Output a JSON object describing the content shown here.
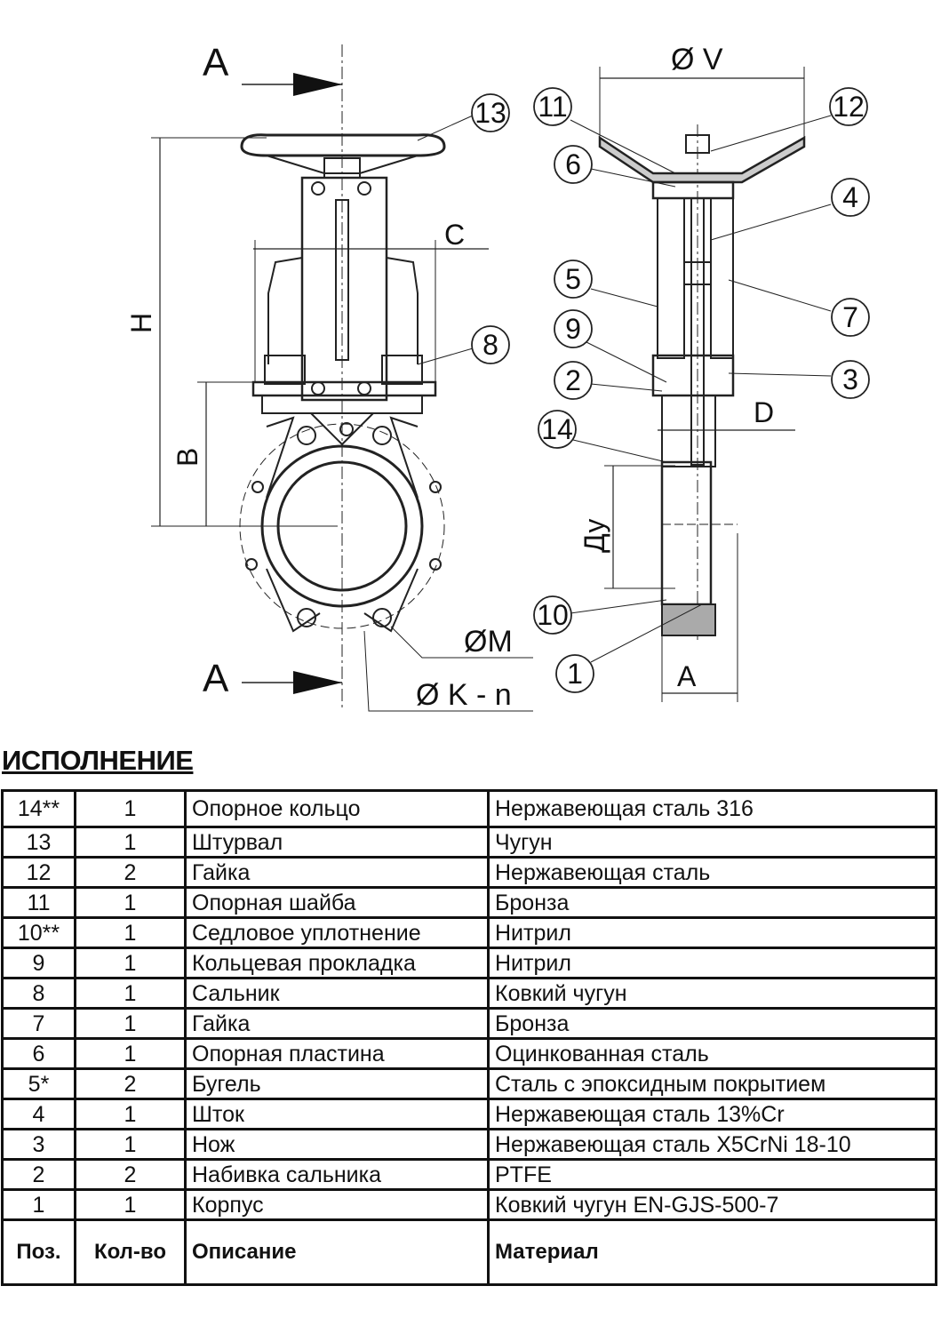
{
  "drawing": {
    "section_marks": [
      "A",
      "A"
    ],
    "dimensions": {
      "H": "H",
      "B": "B",
      "C": "C",
      "V": "Ø V",
      "D": "D",
      "DN": "Ду",
      "M": "ØM",
      "K": "Ø K - n",
      "A": "A"
    },
    "callouts": [
      "13",
      "11",
      "12",
      "6",
      "4",
      "5",
      "7",
      "9",
      "8",
      "2",
      "3",
      "14",
      "10",
      "1"
    ]
  },
  "section_title": "ИСПОЛНЕНИЕ",
  "table": {
    "rows": [
      {
        "pos": "14**",
        "qty": "1",
        "desc": "Опорное кольцо",
        "material": "Нержавеющая сталь 316"
      },
      {
        "pos": "13",
        "qty": "1",
        "desc": "Штурвал",
        "material": "Чугун"
      },
      {
        "pos": "12",
        "qty": "2",
        "desc": "Гайка",
        "material": "Нержавеющая сталь"
      },
      {
        "pos": "11",
        "qty": "1",
        "desc": "Опорная шайба",
        "material": "Бронза"
      },
      {
        "pos": "10**",
        "qty": "1",
        "desc": "Седловое уплотнение",
        "material": "Нитрил"
      },
      {
        "pos": "9",
        "qty": "1",
        "desc": "Кольцевая прокладка",
        "material": "Нитрил"
      },
      {
        "pos": "8",
        "qty": "1",
        "desc": "Сальник",
        "material": "Ковкий чугун"
      },
      {
        "pos": "7",
        "qty": "1",
        "desc": "Гайка",
        "material": "Бронза"
      },
      {
        "pos": "6",
        "qty": "1",
        "desc": "Опорная пластина",
        "material": "Оцинкованная сталь"
      },
      {
        "pos": "5*",
        "qty": "2",
        "desc": "Бугель",
        "material": "Сталь с эпоксидным покрытием"
      },
      {
        "pos": "4",
        "qty": "1",
        "desc": "Шток",
        "material": "Нержавеющая сталь 13%Cr"
      },
      {
        "pos": "3",
        "qty": "1",
        "desc": "Нож",
        "material": "Нержавеющая сталь X5CrNi 18-10"
      },
      {
        "pos": "2",
        "qty": "2",
        "desc": "Набивка сальника",
        "material": "PTFE"
      },
      {
        "pos": "1",
        "qty": "1",
        "desc": "Корпус",
        "material": "Ковкий чугун EN-GJS-500-7"
      }
    ],
    "header": {
      "pos": "Поз.",
      "qty": "Кол-во",
      "desc": "Описание",
      "material": "Материал"
    }
  }
}
